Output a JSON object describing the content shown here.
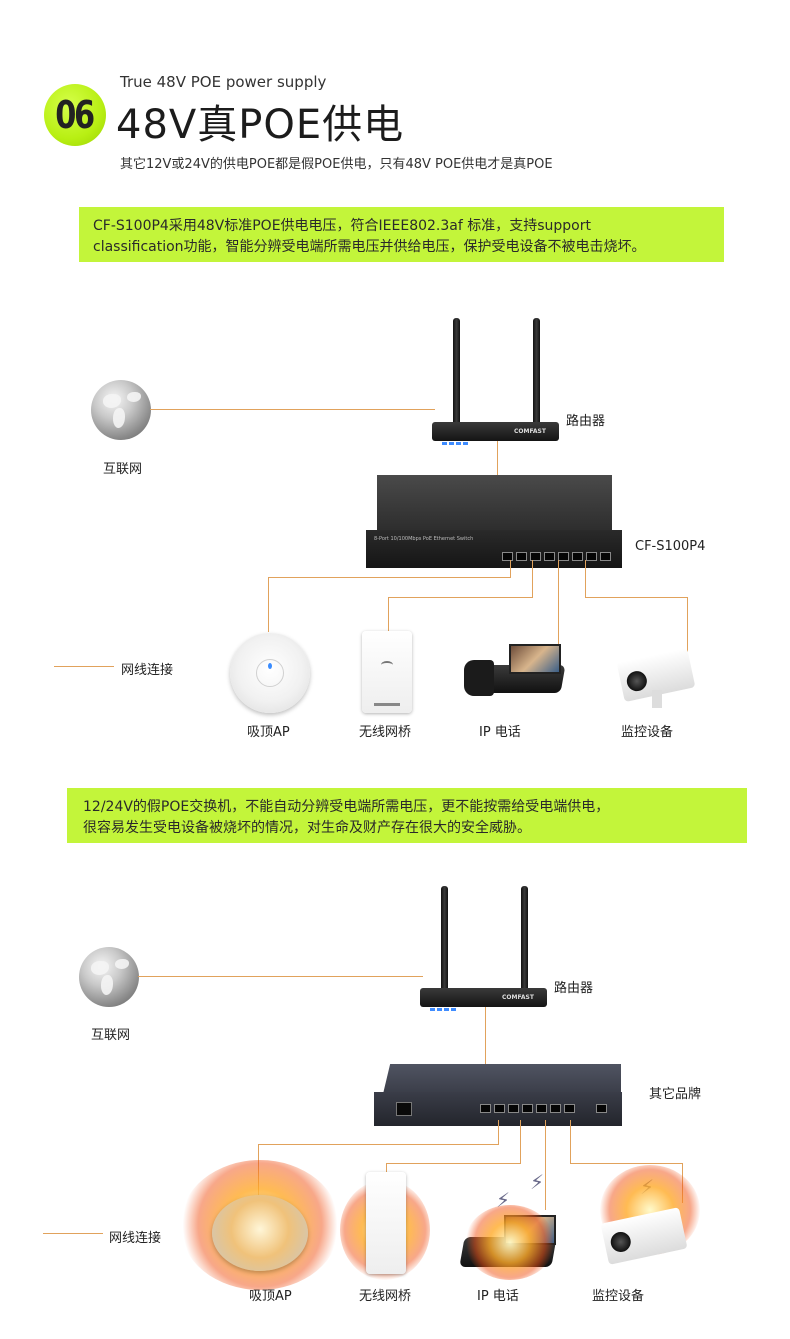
{
  "header": {
    "badge_number": "06",
    "subtitle_en": "True 48V POE power supply",
    "title": "48V真POE供电",
    "description": "其它12V或24V的供电POE都是假POE供电，只有48V POE供电才是真POE"
  },
  "section1": {
    "banner_lines": [
      "CF-S100P4采用48V标准POE供电电压，符合IEEE802.3af 标准，支持support",
      "classification功能，智能分辨受电端所需电压并供给电压，保护受电设备不被电击烧坏。"
    ],
    "internet_label": "互联网",
    "router_label": "路由器",
    "router_brand": "COMFAST",
    "switch_label": "CF-S100P4",
    "switch_print": "8-Port 10/100Mbps PoE Ethernet Switch",
    "cable_label": "网线连接",
    "devices": [
      "吸顶AP",
      "无线网桥",
      "IP 电话",
      "监控设备"
    ]
  },
  "section2": {
    "banner_lines": [
      "12/24V的假POE交换机，不能自动分辨受电端所需电压，更不能按需给受电端供电，",
      "很容易发生受电设备被烧坏的情况，对生命及财产存在很大的安全威胁。"
    ],
    "internet_label": "互联网",
    "router_label": "路由器",
    "router_brand": "COMFAST",
    "switch_label": "其它品牌",
    "cable_label": "网线连接",
    "devices": [
      "吸顶AP",
      "无线网桥",
      "IP 电话",
      "监控设备"
    ]
  }
}
